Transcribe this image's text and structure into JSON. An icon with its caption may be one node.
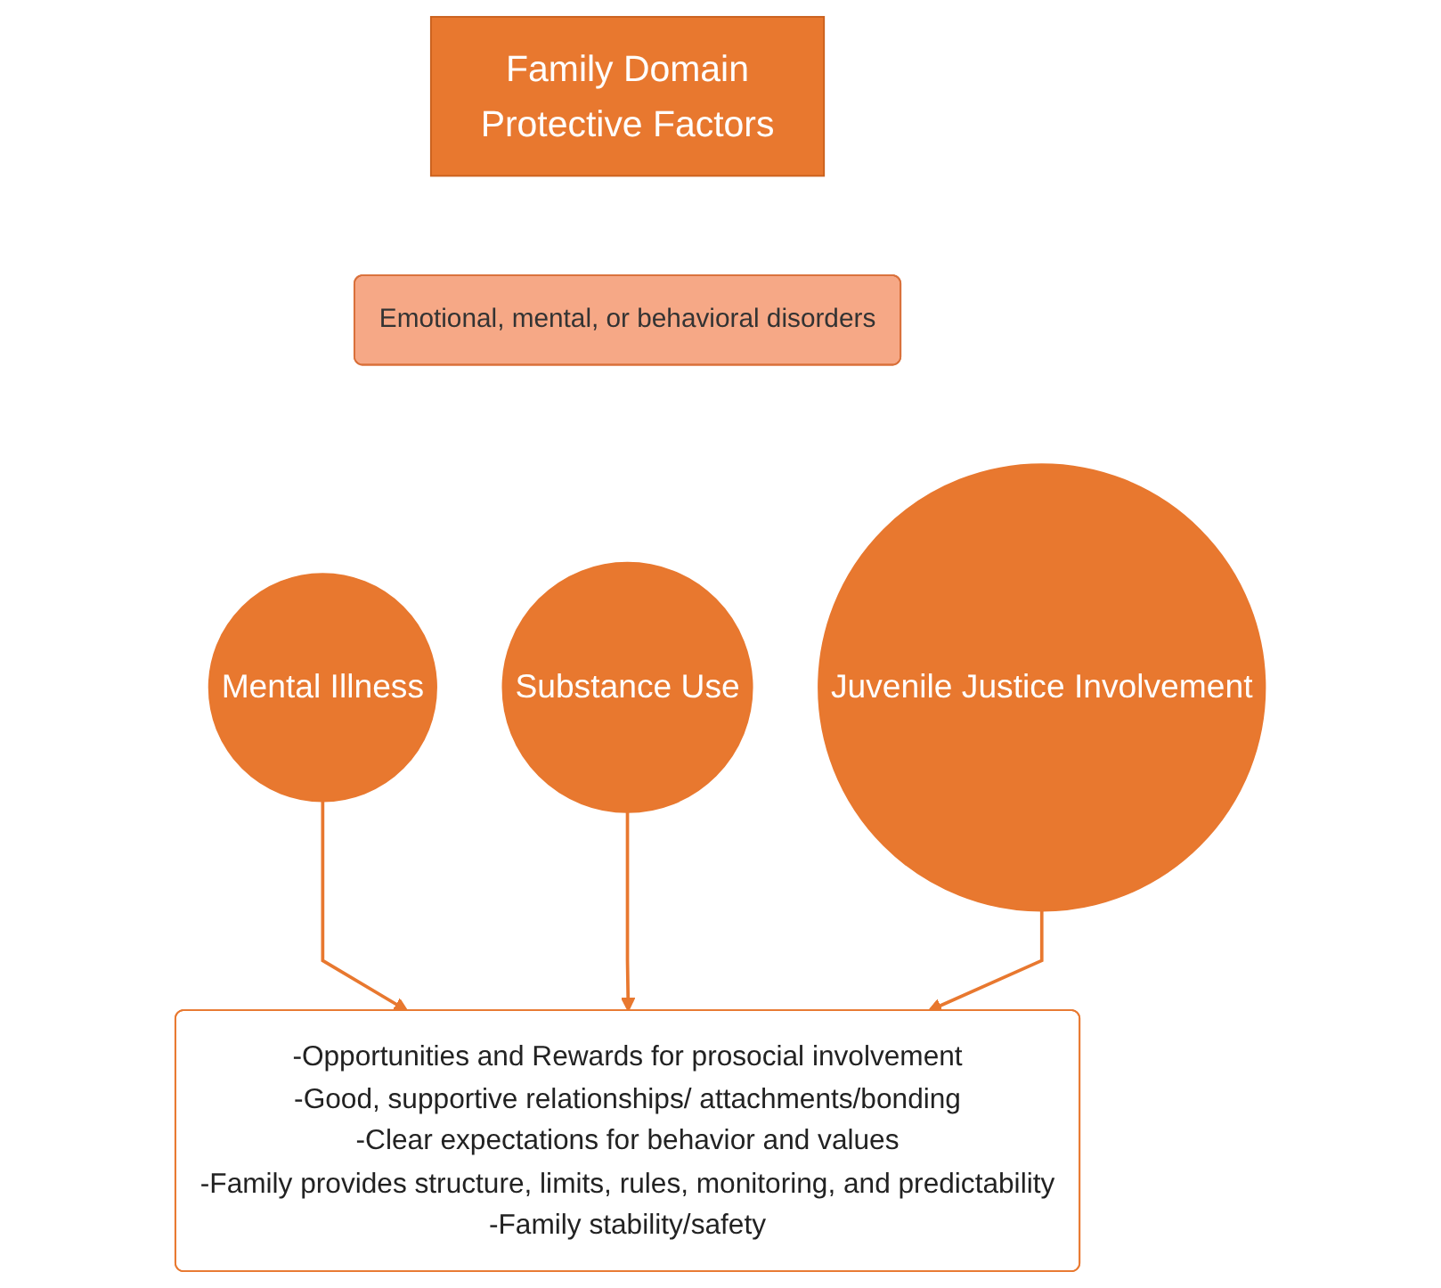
{
  "diagram": {
    "nodes": [
      {
        "text": [
          "Family Domain",
          "Protective Factors"
        ]
      },
      {
        "text": [
          "Emotional, mental, or behavioral disorders"
        ]
      },
      {
        "text": [
          "Mental Illness"
        ]
      },
      {
        "text": [
          "Substance Use"
        ]
      },
      {
        "text": [
          "Juvenile Justice Involvement"
        ]
      },
      {
        "text": [
          "-Opportunities and Rewards for prosocial involvement",
          "-Good, supportive relationships/ attachments/bonding",
          "-Clear expectations for behavior and values",
          "-Family provides structure, limits, rules, monitoring, and predictability",
          "-Family stability/safety"
        ]
      }
    ],
    "edges": [
      {
        "from": 2,
        "to": 5,
        "arrow": "to"
      },
      {
        "from": 3,
        "to": 5,
        "arrow": "to"
      },
      {
        "from": 4,
        "to": 5,
        "arrow": "to"
      }
    ]
  }
}
